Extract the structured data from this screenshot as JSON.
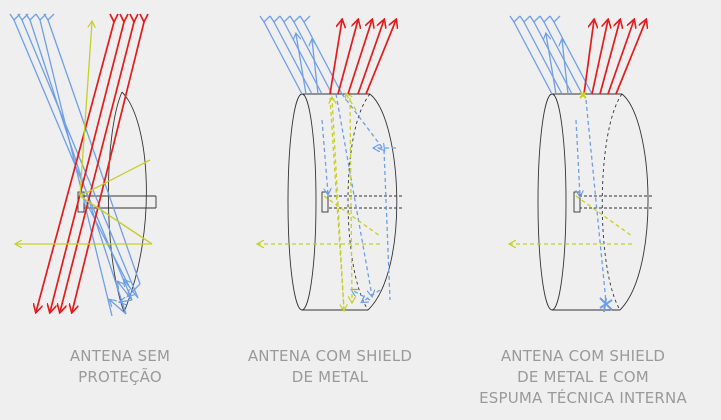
{
  "panels": [
    {
      "caption_lines": [
        "ANTENA SEM",
        "PROTEÇÃO"
      ]
    },
    {
      "caption_lines": [
        "ANTENA COM SHIELD",
        "DE METAL"
      ]
    },
    {
      "caption_lines": [
        "ANTENA COM SHIELD",
        "DE METAL E COM",
        "ESPUMA TÉCNICA INTERNA"
      ]
    }
  ],
  "colors": {
    "background": "#efefef",
    "wave_blue": "#6f9fe6",
    "signal_red": "#e41b1b",
    "yellow_green": "#c6cf2a",
    "outline": "#333333",
    "caption": "#9a9a9a"
  }
}
